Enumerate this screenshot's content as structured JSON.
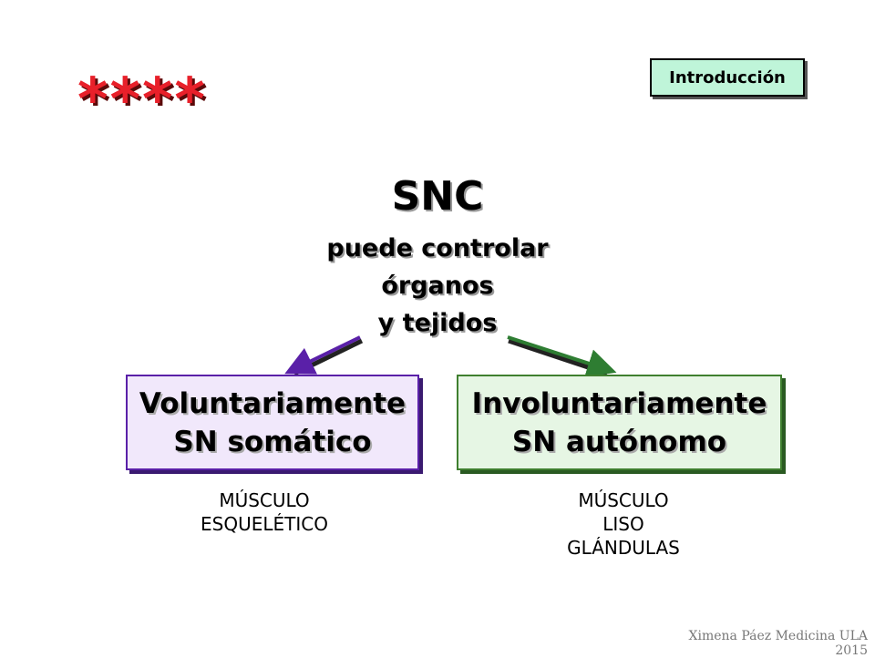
{
  "decoration": {
    "stars": "****"
  },
  "intro_button": {
    "label": "Introducción"
  },
  "snc": {
    "title": "SNC",
    "lines": [
      "puede controlar",
      "órganos",
      "y tejidos"
    ]
  },
  "voluntary": {
    "line1": "Voluntariamente",
    "line2": "SN somático",
    "targets": [
      "MÚSCULO",
      "ESQUELÉTICO"
    ],
    "color": "#5a20a8"
  },
  "involuntary": {
    "line1": "Involuntariamente",
    "line2": "SN autónomo",
    "targets": [
      "MÚSCULO",
      "LISO",
      "GLÁNDULAS"
    ],
    "color": "#2e7d32"
  },
  "credit": "Ximena Páez Medicina ULA 2015"
}
